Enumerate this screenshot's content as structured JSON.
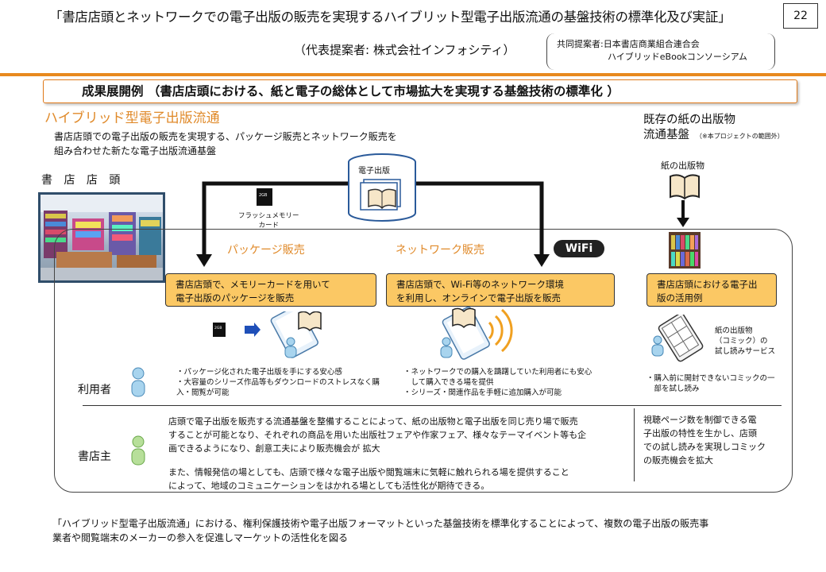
{
  "header": {
    "title": "「書店店頭とネットワークでの電子出版の販売を実現するハイブリット型電子出版流通の基盤技術の標準化及び実証」",
    "page_number": "22",
    "proposer": "（代表提案者: 株式会社インフォシティ）",
    "co_proposers_line1": "共同提案者:日本書店商業組合連合会",
    "co_proposers_line2": "ハイブリッドeBookコンソーシアム"
  },
  "banner": "成果展開例 （書店店頭における、紙と電子の総体として市場拡大を実現する基盤技術の標準化 ）",
  "hybrid": {
    "title": "ハイブリッド型電子出版流通",
    "desc_line1": "書店店頭での電子出版の販売を実現する、パッケージ販売とネットワーク販売を",
    "desc_line2": "組み合わせた新たな電子出版流通基盤"
  },
  "existing": {
    "line1": "既存の紙の出版物",
    "line2": "流通基盤",
    "note": "（※本プロジェクトの範囲外）",
    "paper_label": "紙の出版物"
  },
  "store_label": "書 店 店 頭",
  "center": {
    "cylinder_label": "電子出版",
    "flash_label_line1": "フラッシュメモリー",
    "flash_label_line2": "カード"
  },
  "sections": {
    "package": {
      "title": "パッケージ販売",
      "box_line1": "書店店頭で、メモリーカードを用いて",
      "box_line2": "電子出版のパッケージを販売",
      "user_bullets": [
        "・パッケージ化された電子出版を手にする安心感",
        "・大容量のシリーズ作品等もダウンロードのストレスなく購",
        "入・閲覧が可能"
      ]
    },
    "network": {
      "title": "ネットワーク販売",
      "wifi_label": "WiFi",
      "box_line1": "書店店頭で、Wi-Fi等のネットワーク環境",
      "box_line2": "を利用し、オンラインで電子出版を販売",
      "user_bullets": [
        "・ネットワークでの購入を躊躇していた利用者にも安心",
        "　して購入できる場を提供",
        "・シリーズ・関連作品を手軽に追加購入が可能"
      ]
    },
    "store_use": {
      "box_line1": "書店店頭における電子出",
      "box_line2": "版の活用例",
      "side_note": [
        "紙の出版物",
        "（コミック）の",
        "試し読みサービス"
      ],
      "user_bullets": [
        "・購入前に開封できないコミックの一",
        "　部を試し読み"
      ],
      "owner_text": [
        "視聴ページ数を制御できる電",
        "子出版の特性を生かし、店頭",
        "での試し読みを実現しコミック",
        "の販売機会を拡大"
      ]
    }
  },
  "roles": {
    "user": "利用者",
    "owner": "書店主"
  },
  "owner_paragraph1": [
    "店頭で電子出版を販売する流通基盤を整備することによって、紙の出版物と電子出版を同じ売り場で販売",
    "することが可能となり、それぞれの商品を用いた出版社フェアや作家フェア、様々なテーマイベント等も企",
    "画できるようになり、創意工夫により販売機会が 拡大"
  ],
  "owner_paragraph2": [
    "また、情報発信の場としても、店頭で様々な電子出版や閲覧端末に気軽に触れられる場を提供すること",
    "によって、地域のコミュニケーションをはかれる場としても活性化が期待できる。"
  ],
  "footer": [
    "「ハイブリッド型電子出版流通」における、権利保護技術や電子出版フォーマットといった基盤技術を標準化することによって、複数の電子出版の販売事",
    "業者や閲覧端末のメーカーの参入を促進しマーケットの活性化を図る"
  ],
  "colors": {
    "accent_orange": "#e8891e",
    "box_yellow": "#fbc864",
    "person_blue": "#a8d4ee",
    "person_green": "#b7df9a",
    "frame_blue": "#2f4d6a"
  }
}
